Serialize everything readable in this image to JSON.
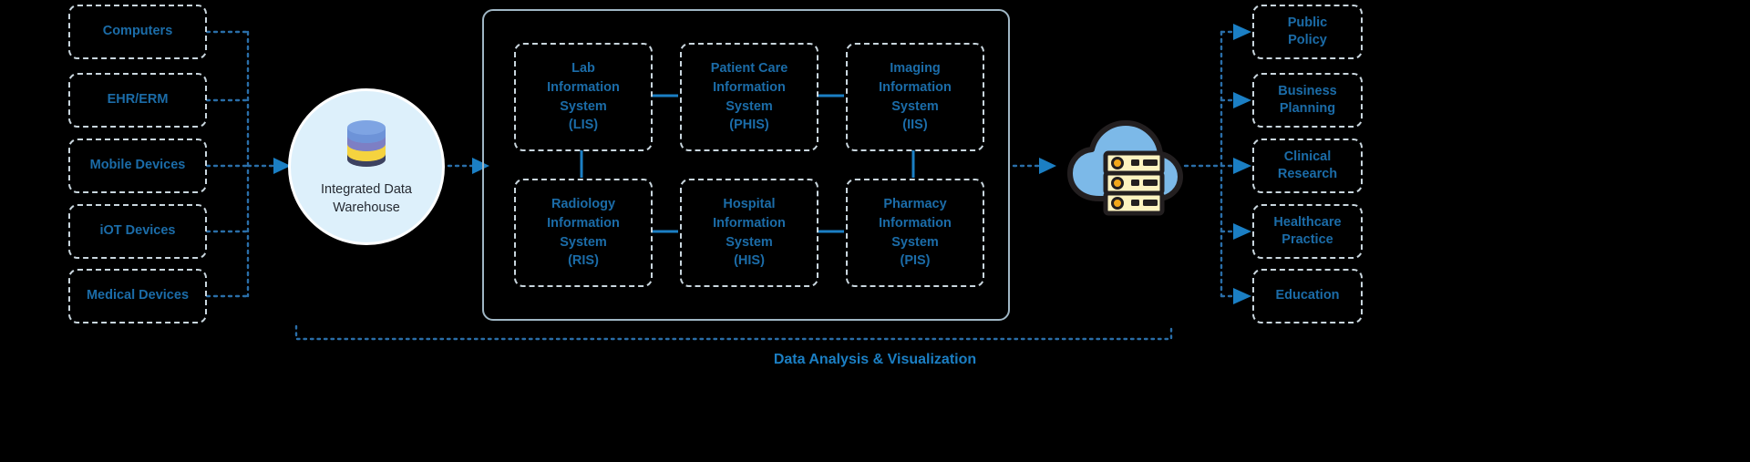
{
  "theme": {
    "background": "#000000",
    "node_border": "#c9d6de",
    "node_text": "#1b6ca8",
    "hub_border": "#9fb6c4",
    "connector_blue": "#1b7fc4",
    "dotted_connector": "#2a6ea8",
    "circle_fill": "#ddf0fb",
    "circle_text": "#262b33",
    "caption_color": "#1b7fc4",
    "cloud_fill": "#7cb9e8",
    "cloud_outline": "#231f20",
    "server_fill": "#fdf3c0",
    "server_light": "#f2a71b",
    "db_top": "#6d93d8",
    "db_band_purple": "#7d7fc4",
    "db_band_yellow": "#f5d33f",
    "db_band_navy": "#3d4260"
  },
  "sources": {
    "title": "data-sources",
    "items": [
      {
        "label": "Computers"
      },
      {
        "label": "EHR/ERM"
      },
      {
        "label": "Mobile Devices"
      },
      {
        "label": "iOT Devices"
      },
      {
        "label": "Medical Devices"
      }
    ]
  },
  "warehouse": {
    "icon": "database-icon",
    "label": "Integrated Data\nWarehouse"
  },
  "hub": {
    "title": "information-systems-container",
    "systems": [
      {
        "id": "lis",
        "label": "Lab\nInformation\nSystem\n(LIS)"
      },
      {
        "id": "phis",
        "label": "Patient Care\nInformation\nSystem\n(PHIS)"
      },
      {
        "id": "iis",
        "label": "Imaging\nInformation\nSystem\n(IIS)"
      },
      {
        "id": "ris",
        "label": "Radiology\nInformation\nSystem\n(RIS)"
      },
      {
        "id": "his",
        "label": "Hospital\nInformation\nSystem\n(HIS)"
      },
      {
        "id": "pis",
        "label": "Pharmacy\nInformation\nSystem\n(PIS)"
      }
    ]
  },
  "cloud": {
    "icon": "cloud-server-icon"
  },
  "outcomes": {
    "title": "applications",
    "items": [
      {
        "label": "Public\nPolicy"
      },
      {
        "label": "Business\nPlanning"
      },
      {
        "label": "Clinical\nResearch"
      },
      {
        "label": "Healthcare\nPractice"
      },
      {
        "label": "Education"
      }
    ]
  },
  "caption": {
    "text": "Data Analysis & Visualization"
  }
}
